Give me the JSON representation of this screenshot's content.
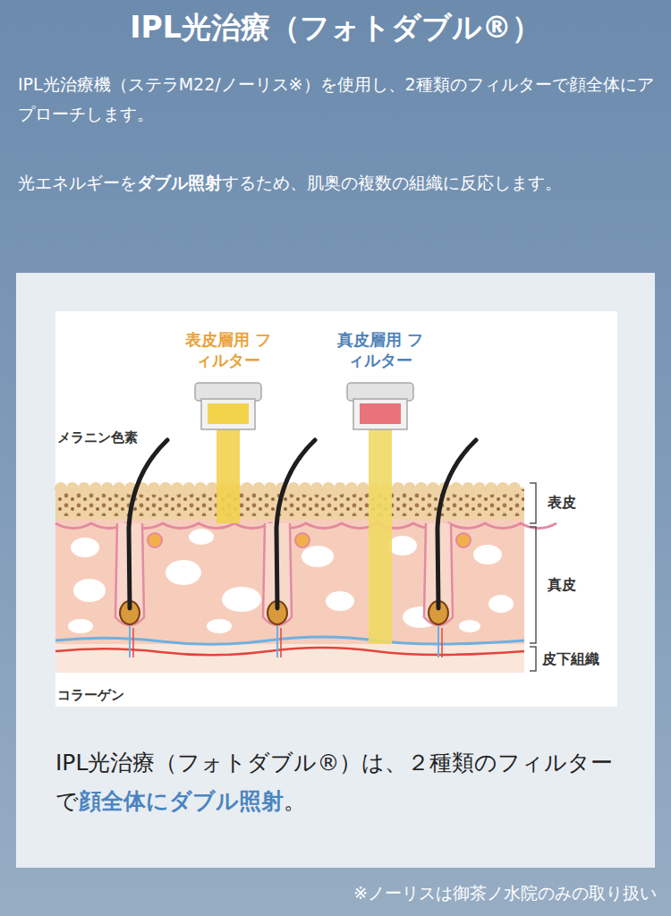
{
  "diagram": {
    "title": "IPL光治療（フォトダブル®）",
    "labels": [
      "IPL光治療機（ステラM22/ノーリス※）を使用し、2種類のフィルターで顔全体にアプローチします。",
      "光エネルギーを",
      "ダブル照射",
      "するため、肌奥の複数の組織に反応します。",
      "表皮層用 フィルター",
      "真皮層用 フィルター",
      "メラニン色素",
      "表皮",
      "真皮",
      "皮下組織",
      "コラーゲン",
      "IPL光治療（フォトダブル®）は、２種類のフィルターで",
      "顔全体にダブル照射",
      "。",
      "※ノーリスは御茶ノ水院のみの取り扱い"
    ]
  }
}
